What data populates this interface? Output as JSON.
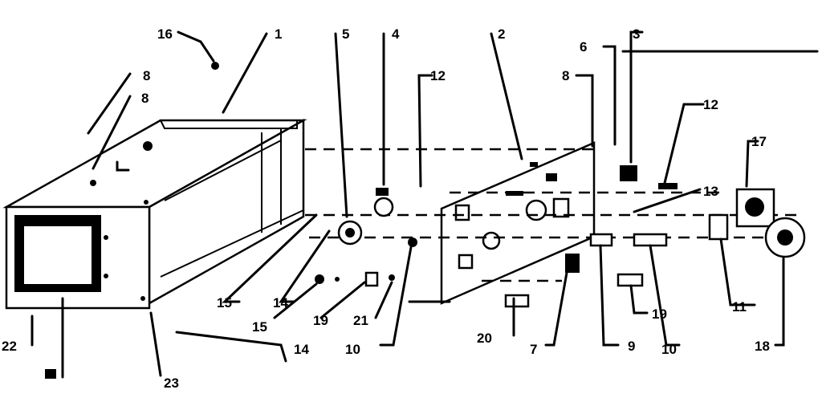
{
  "callouts": [
    {
      "id": "c1",
      "text": "1"
    },
    {
      "id": "c2",
      "text": "2"
    },
    {
      "id": "c3",
      "text": "3"
    },
    {
      "id": "c4",
      "text": "4"
    },
    {
      "id": "c5",
      "text": "5"
    },
    {
      "id": "c6",
      "text": "6"
    },
    {
      "id": "c7",
      "text": "7"
    },
    {
      "id": "c8a",
      "text": "8"
    },
    {
      "id": "c8b",
      "text": "8"
    },
    {
      "id": "c8c",
      "text": "8"
    },
    {
      "id": "c9",
      "text": "9"
    },
    {
      "id": "c10a",
      "text": "10"
    },
    {
      "id": "c10b",
      "text": "10"
    },
    {
      "id": "c11",
      "text": "11"
    },
    {
      "id": "c12a",
      "text": "12"
    },
    {
      "id": "c12b",
      "text": "12"
    },
    {
      "id": "c13",
      "text": "13"
    },
    {
      "id": "c14a",
      "text": "14"
    },
    {
      "id": "c14b",
      "text": "14"
    },
    {
      "id": "c15a",
      "text": "15"
    },
    {
      "id": "c15b",
      "text": "15"
    },
    {
      "id": "c16",
      "text": "16"
    },
    {
      "id": "c17",
      "text": "17"
    },
    {
      "id": "c18",
      "text": "18"
    },
    {
      "id": "c19a",
      "text": "19"
    },
    {
      "id": "c19b",
      "text": "19"
    },
    {
      "id": "c20",
      "text": "20"
    },
    {
      "id": "c21",
      "text": "21"
    },
    {
      "id": "c22",
      "text": "22"
    },
    {
      "id": "c23",
      "text": "23"
    }
  ]
}
